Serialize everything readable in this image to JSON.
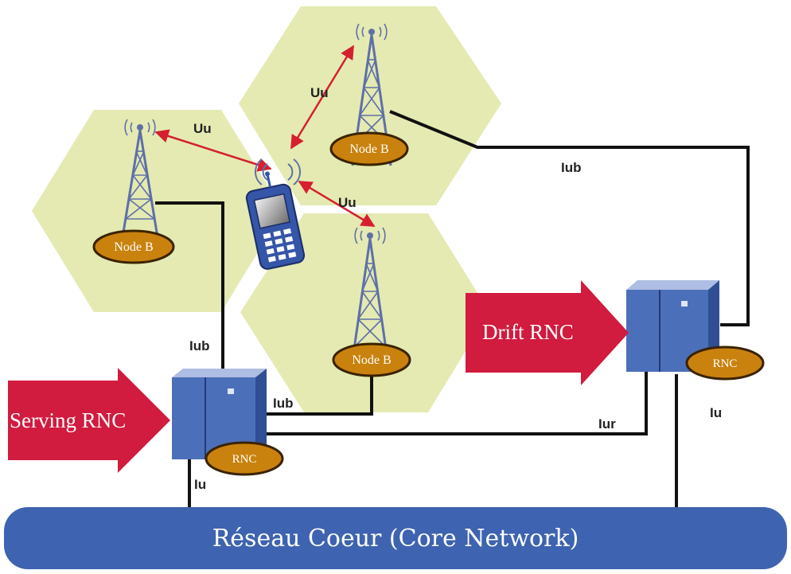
{
  "labels": {
    "uu_top": "Uu",
    "uu_left": "Uu",
    "uu_bottom": "Uu",
    "iub_right": "Iub",
    "iub_left": "Iub",
    "iub_mid": "Iub",
    "iur": "Iur",
    "iu_left": "Iu",
    "iu_right": "Iu"
  },
  "nodes": {
    "node_b_left": "Node B",
    "node_b_top": "Node B",
    "node_b_bottom": "Node B",
    "rnc_serving": "RNC",
    "rnc_drift": "RNC"
  },
  "arrows": {
    "serving": "Serving RNC",
    "drift": "Drift RNC"
  },
  "core": {
    "label": "Réseau Coeur (Core Network)"
  },
  "colors": {
    "cell": "#e4eab2",
    "node_fill": "#c9820e",
    "node_stroke": "#3a2300",
    "arrow_red": "#d11b3f",
    "core_blue": "#3e63b0",
    "rnc_blue": "#4c6fb9",
    "link": "#111111",
    "uu_line": "#d4202f"
  }
}
